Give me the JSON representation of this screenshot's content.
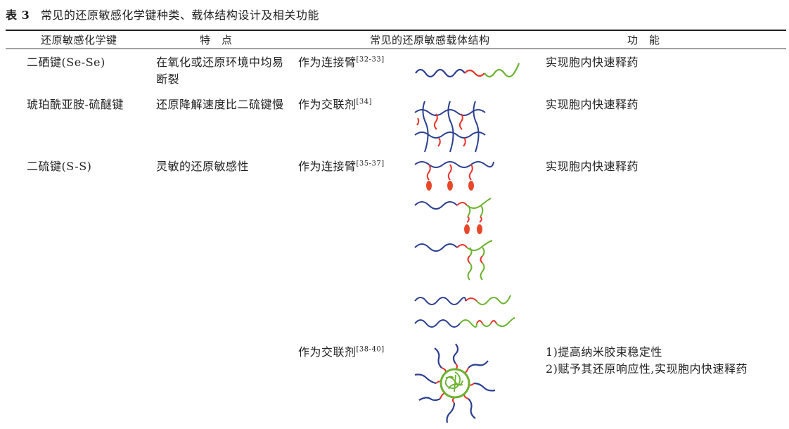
{
  "caption": {
    "label": "表 3",
    "title": "常见的还原敏感化学键种类、载体结构设计及相关功能"
  },
  "headers": [
    "还原敏感化学键",
    "特　点",
    "常见的还原敏感载体结构",
    "功　能"
  ],
  "rows": [
    {
      "bond": "二硒键(Se-Se)",
      "feature": "在氧化或还原环境中均易断裂",
      "role": "作为连接臂",
      "ref": "[32-33]",
      "function": "实现胞内快速释药"
    },
    {
      "bond": "琥珀酰亚胺-硫醚键",
      "feature": "还原降解速度比二硫键慢",
      "role": "作为交联剂",
      "ref": "[34]",
      "function": "实现胞内快速释药"
    },
    {
      "bond": "二硫键(S-S)",
      "feature": "灵敏的还原敏感性",
      "role": "作为连接臂",
      "ref": "[35-37]",
      "function": "实现胞内快速释药"
    },
    {
      "role": "作为交联剂",
      "ref": "[38-40]",
      "function_list": [
        "1)提高纳米胶束稳定性",
        "2)赋予其还原响应性,实现胞内快速释药"
      ]
    }
  ],
  "colors": {
    "chain_blue": "#2b3f8f",
    "linker_red": "#e8332d",
    "chain_green": "#6bb22e",
    "drug_red": "#e8472a"
  }
}
